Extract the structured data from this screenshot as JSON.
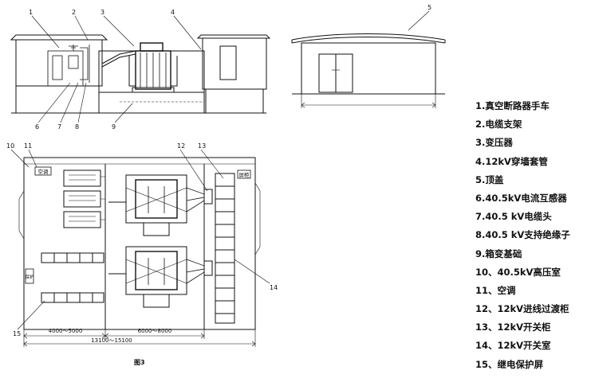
{
  "top_callouts": [
    "1",
    "2",
    "3",
    "4",
    "5"
  ],
  "bottom_callouts": [
    "6",
    "7",
    "8",
    "9"
  ],
  "plan_callouts": [
    "10",
    "11",
    "12",
    "13",
    "14",
    "15"
  ],
  "room_labels": {
    "aircon": "空调",
    "protection_screen": "屏柜",
    "protection_left": "保护"
  },
  "dimensions": {
    "hv_room": "4000～5000",
    "transformer_room": "6000～8000",
    "total": "13100～15100"
  },
  "figure_caption": "图3",
  "legend": [
    "1.真空断路器手车",
    "2.电缆支架",
    "3.变压器",
    "4.12kV穿墙套管",
    "5.顶盖",
    "6.40.5kV电流互感器",
    "7.40.5 kV电缆头",
    "8.40.5 kV支持绝缘子",
    "9.箱变基础",
    "10、40.5kV高压室",
    "11、空调",
    "12、12kV进线过渡柜",
    "13、12kV开关柜",
    "14、12kV开关室",
    "15、继电保护屏"
  ]
}
